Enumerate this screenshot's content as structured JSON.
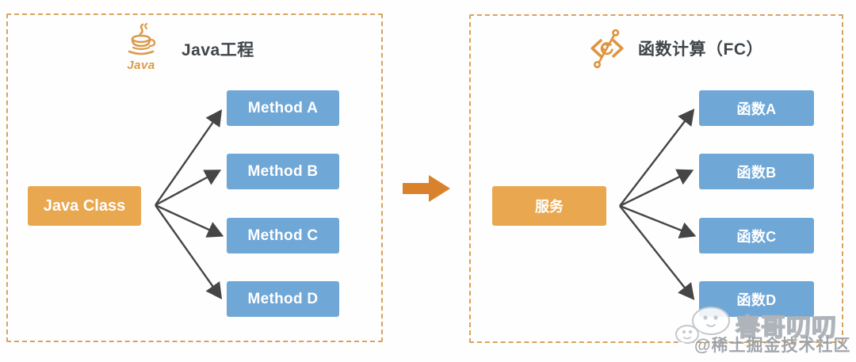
{
  "diagram": {
    "left_panel": {
      "title": "Java工程",
      "icon": "java-logo",
      "icon_caption": "Java",
      "source_label": "Java Class",
      "targets": [
        "Method A",
        "Method B",
        "Method C",
        "Method D"
      ]
    },
    "right_panel": {
      "title": "函数计算（FC）",
      "icon": "function-compute-logo",
      "source_label": "服务",
      "targets": [
        "函数A",
        "函数B",
        "函数C",
        "函数D"
      ]
    }
  },
  "watermark": {
    "name": "春哥叨叨",
    "community": "@稀土掘金技术社区"
  },
  "colors": {
    "panel_border": "#D8A35E",
    "source_box": "#E9A750",
    "target_box": "#6FA7D7",
    "transform_arrow": "#D9822B",
    "connector_line": "#454545",
    "title_text": "#40454A",
    "java_logo_orange": "#DC9A4A"
  }
}
